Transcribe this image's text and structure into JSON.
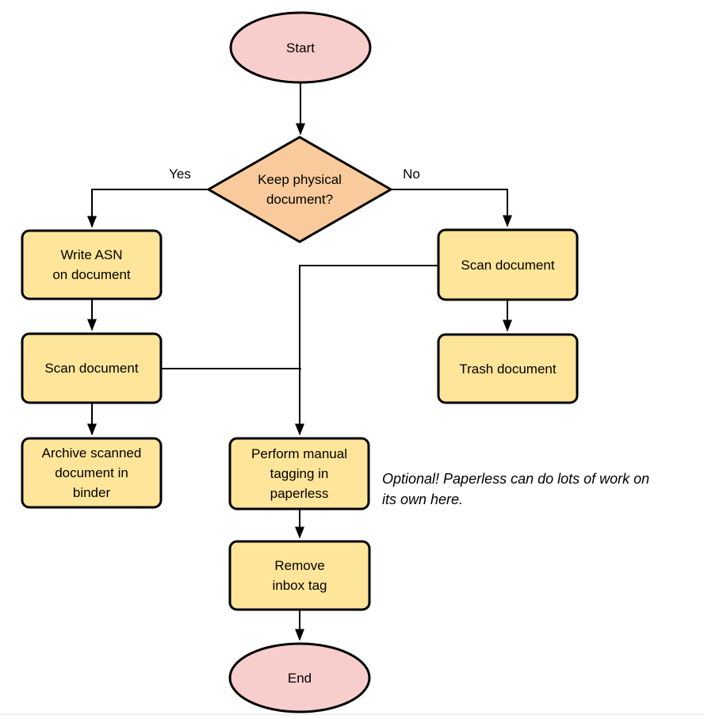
{
  "diagram": {
    "nodes": {
      "start": "Start",
      "decision": "Keep physical\ndocument?",
      "write_asn": "Write ASN\non document",
      "scan_left": "Scan document",
      "archive": "Archive scanned\ndocument in\nbinder",
      "scan_right": "Scan document",
      "trash": "Trash document",
      "perform_tagging": "Perform manual\ntagging in\npaperless",
      "remove_inbox": "Remove\ninbox tag",
      "end": "End"
    },
    "edges": [
      {
        "from": "start",
        "to": "decision",
        "label": ""
      },
      {
        "from": "decision",
        "to": "write_asn",
        "label": "Yes"
      },
      {
        "from": "decision",
        "to": "scan_right",
        "label": "No"
      },
      {
        "from": "write_asn",
        "to": "scan_left",
        "label": ""
      },
      {
        "from": "scan_left",
        "to": "archive",
        "label": ""
      },
      {
        "from": "scan_right",
        "to": "trash",
        "label": ""
      },
      {
        "from": "scan_left",
        "to": "perform_tagging",
        "label": ""
      },
      {
        "from": "scan_right",
        "to": "perform_tagging",
        "label": ""
      },
      {
        "from": "perform_tagging",
        "to": "remove_inbox",
        "label": ""
      },
      {
        "from": "remove_inbox",
        "to": "end",
        "label": ""
      }
    ],
    "annotation": "Optional! Paperless can do lots of work on\nits own here.",
    "colors": {
      "terminal_fill": "#f8cecc",
      "decision_fill": "#f9cb9c",
      "process_fill": "#ffe599",
      "stroke": "#000000",
      "background": "#ffffff"
    }
  }
}
